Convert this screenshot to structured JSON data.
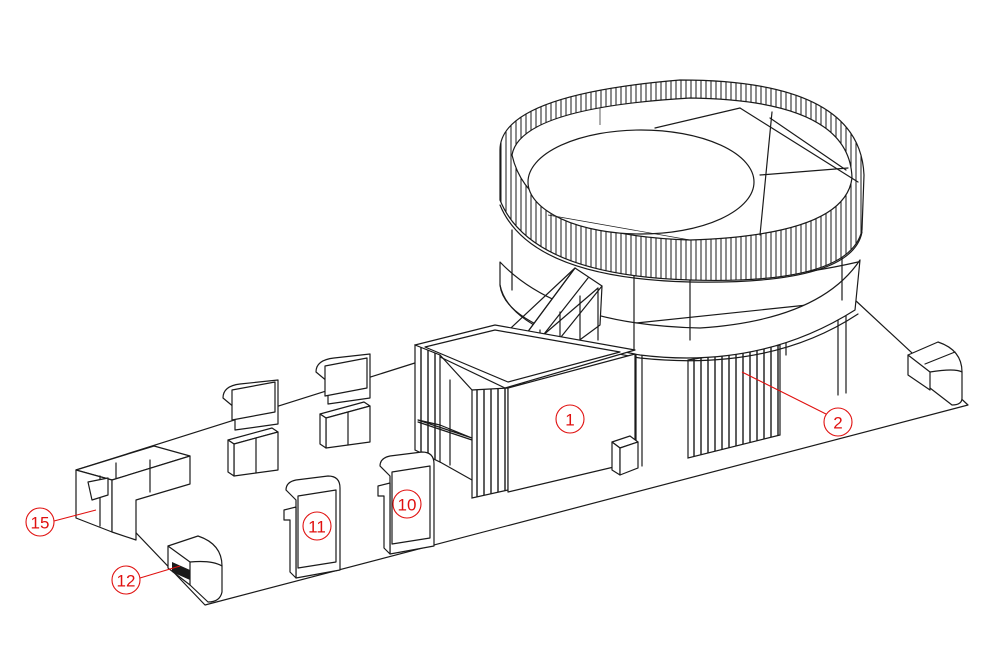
{
  "colors": {
    "line": "#1a1a1a",
    "callout": "#e0100f",
    "background": "#ffffff"
  },
  "callouts": [
    {
      "id": "c1",
      "label": "1"
    },
    {
      "id": "c2",
      "label": "2"
    },
    {
      "id": "c10",
      "label": "10"
    },
    {
      "id": "c11",
      "label": "11"
    },
    {
      "id": "c12",
      "label": "12"
    },
    {
      "id": "c15",
      "label": "15"
    }
  ]
}
